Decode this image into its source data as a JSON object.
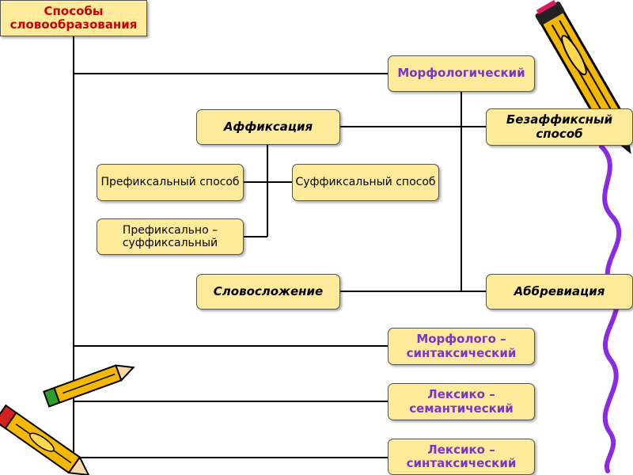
{
  "root": "Способы словообразования",
  "morph": "Морфологический",
  "affix": "Аффиксация",
  "bezaffix": "Безаффиксный способ",
  "prefix": "Префиксальный способ",
  "suffix": "Суффиксальный способ",
  "prefsuf": "Префиксально – суффиксальный",
  "slovoslozh": "Словосложение",
  "abbrev": "Аббревиация",
  "morphsynt": "Морфолого – синтаксический",
  "leksem": "Лексико – семантический",
  "leksynt": "Лексико – синтаксический"
}
